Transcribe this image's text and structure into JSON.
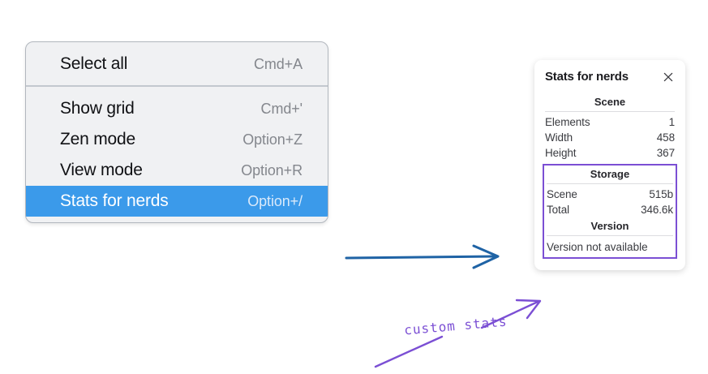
{
  "context_menu": {
    "sections": [
      {
        "items": [
          {
            "label": "Select all",
            "shortcut": "Cmd+A",
            "selected": false
          }
        ]
      },
      {
        "items": [
          {
            "label": "Show grid",
            "shortcut": "Cmd+'",
            "selected": false
          },
          {
            "label": "Zen mode",
            "shortcut": "Option+Z",
            "selected": false
          },
          {
            "label": "View mode",
            "shortcut": "Option+R",
            "selected": false
          },
          {
            "label": "Stats for nerds",
            "shortcut": "Option+/",
            "selected": true
          }
        ]
      }
    ],
    "highlight_color": "#3b9aea"
  },
  "stats_panel": {
    "title": "Stats for nerds",
    "close_icon": "close-icon",
    "sections": [
      {
        "heading": "Scene",
        "rows": [
          {
            "key": "Elements",
            "value": "1"
          },
          {
            "key": "Width",
            "value": "458"
          },
          {
            "key": "Height",
            "value": "367"
          }
        ]
      },
      {
        "heading": "Storage",
        "rows": [
          {
            "key": "Scene",
            "value": "515b"
          },
          {
            "key": "Total",
            "value": "346.6k"
          }
        ]
      },
      {
        "heading": "Version",
        "note": "Version not available"
      }
    ]
  },
  "annotations": {
    "handwritten_label": "custom stats",
    "arrow_color_blue": "#1f63a5",
    "arrow_color_purple": "#7b4fd4",
    "highlight_box_color": "#7b4fd4"
  }
}
